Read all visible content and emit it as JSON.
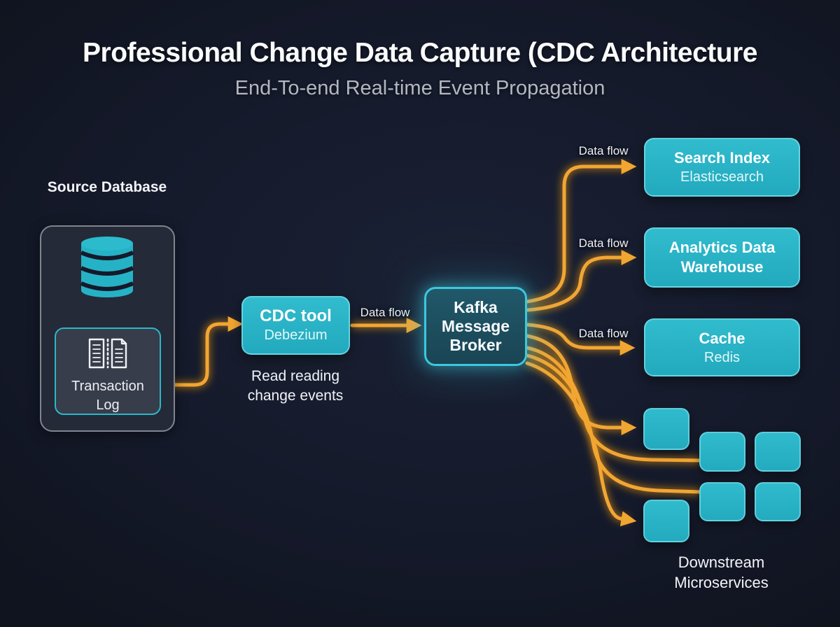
{
  "header": {
    "title": "Professional Change Data Capture (CDC Architecture",
    "subtitle": "End-To-end Real-time Event Propagation"
  },
  "source": {
    "label": "Source Database",
    "database_icon": "database-cylinder-icon",
    "transaction_log": {
      "label": "Transaction Log",
      "icon": "transaction-log-document-icon"
    }
  },
  "pipeline": {
    "cdc_tool": {
      "title": "CDC tool",
      "subtitle": "Debezium",
      "caption": "Read reading change events"
    },
    "kafka": {
      "label": "Kafka Message Broker"
    }
  },
  "flow_labels": {
    "cdc_to_kafka": "Data flow",
    "kafka_to_search": "Data flow",
    "kafka_to_analytics": "Data flow",
    "kafka_to_cache": "Data flow"
  },
  "sinks": [
    {
      "id": "search-index",
      "title": "Search Index",
      "subtitle": "Elasticsearch"
    },
    {
      "id": "analytics-warehouse",
      "title": "Analytics Data Warehouse",
      "subtitle": ""
    },
    {
      "id": "cache",
      "title": "Cache",
      "subtitle": "Redis"
    }
  ],
  "microservices": {
    "label": "Downstream Microservices",
    "count": 6
  },
  "colors": {
    "background": "#151a2b",
    "node_teal": "#27b1c5",
    "node_teal_border": "#96ecf6",
    "kafka_fill": "#1d4a58",
    "kafka_border": "#3cc8dc",
    "arrow_orange": "#f0a42f",
    "arrow_glow": "#d98a1a",
    "source_box_fill": "#242a37",
    "source_box_border": "#80858f",
    "transaction_log_fill": "#373d4a",
    "transaction_log_border": "#2db6cb",
    "gray_arrow": "#9aa0a9",
    "text_primary": "#f5f7fa",
    "text_secondary": "#b2b7c1"
  }
}
